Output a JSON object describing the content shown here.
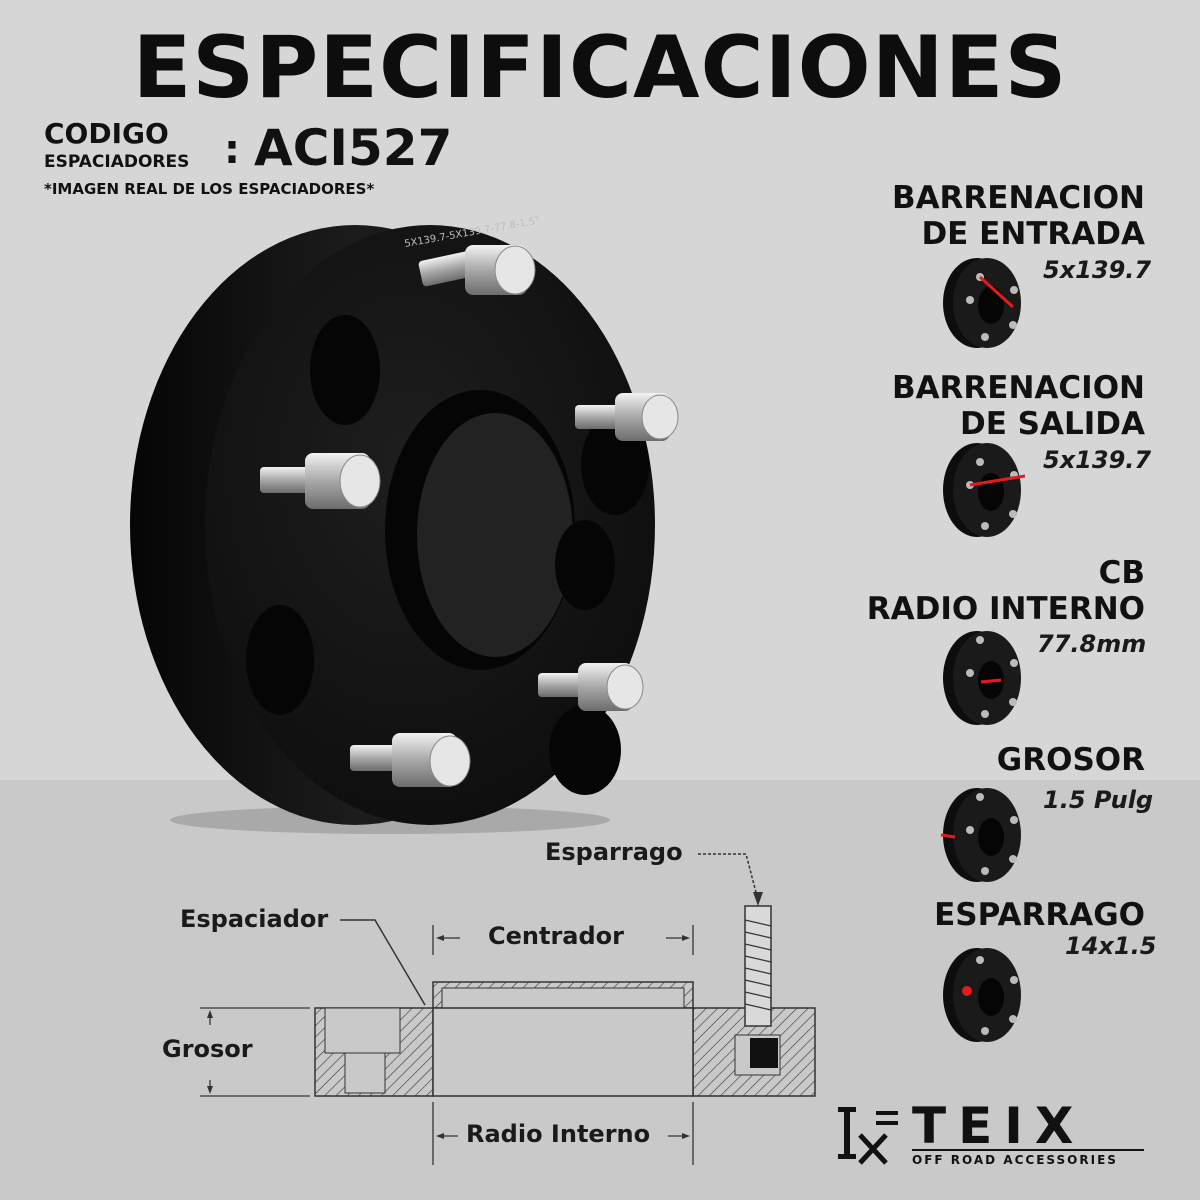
{
  "header": {
    "title": "ESPECIFICACIONES",
    "code_label": "CODIGO",
    "code_sublabel": "ESPACIADORES",
    "code_separator": ":",
    "code_value": "ACI527",
    "note": "*IMAGEN REAL DE LOS ESPACIADORES*"
  },
  "specs": [
    {
      "title_lines": [
        "BARRENACION",
        "DE ENTRADA"
      ],
      "value": "5x139.7"
    },
    {
      "title_lines": [
        "BARRENACION",
        "DE SALIDA"
      ],
      "value": "5x139.7"
    },
    {
      "title_lines": [
        "CB",
        "RADIO INTERNO"
      ],
      "value": "77.8mm"
    },
    {
      "title_lines": [
        "GROSOR"
      ],
      "value": "1.5 Pulg"
    },
    {
      "title_lines": [
        "ESPARRAGO"
      ],
      "value": "14x1.5"
    }
  ],
  "product_engraving": "5X139.7-5X139.7-77.8-1.5\"",
  "diagram": {
    "stud": "Esparrago",
    "spacer": "Espaciador",
    "hub": "Centrador",
    "thickness": "Grosor",
    "bore": "Radio Interno"
  },
  "brand": {
    "name": "TEIX",
    "tagline": "OFF ROAD ACCESSORIES"
  },
  "colors": {
    "accent": "#e31b1b",
    "spacer_body": "#151515",
    "background": "#d6d6d6"
  }
}
